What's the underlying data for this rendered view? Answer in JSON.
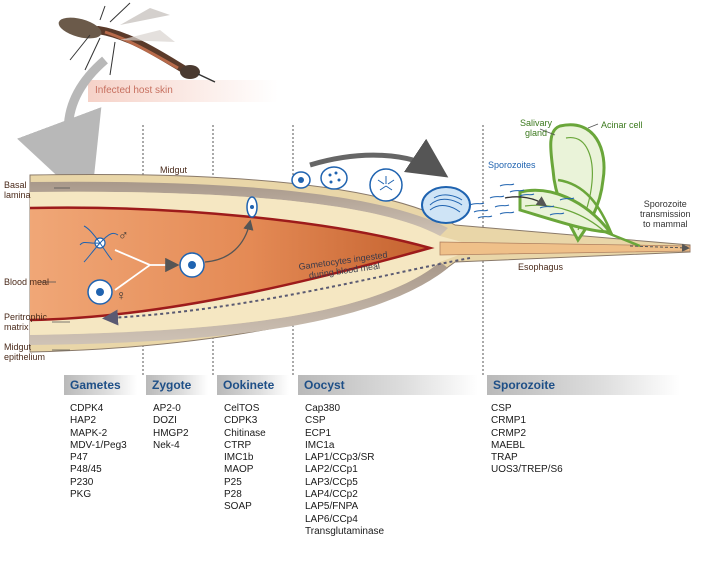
{
  "labels": {
    "infected_host_skin": "Infected host skin",
    "basal_lamina": [
      "Basal",
      "lamina"
    ],
    "midgut": "Midgut",
    "blood_meal": "Blood meal",
    "peritrophic_matrix": [
      "Peritrophic",
      "matrix"
    ],
    "midgut_epithelium": [
      "Midgut",
      "epithelium"
    ],
    "gametocytes_ingested": [
      "Gametocytes ingested",
      "during blood meal"
    ],
    "esophagus": "Esophagus",
    "salivary_gland": [
      "Salivary",
      "gland"
    ],
    "acinar_cell": "Acinar cell",
    "sporozoites": "Sporozoites",
    "sporozoite_transmission": [
      "Sporozoite",
      "transmission",
      "to mammal"
    ],
    "male_symbol": "♂",
    "female_symbol": "♀"
  },
  "stages": [
    {
      "name": "Gametes",
      "genes": [
        "CDPK4",
        "HAP2",
        "MAPK-2",
        "MDV-1/Peg3",
        "P47",
        "P48/45",
        "P230",
        "PKG"
      ]
    },
    {
      "name": "Zygote",
      "genes": [
        "AP2-0",
        "DOZI",
        "HMGP2",
        "Nek-4"
      ]
    },
    {
      "name": "Ookinete",
      "genes": [
        "CelTOS",
        "CDPK3",
        "Chitinase",
        "CTRP",
        "IMC1b",
        "MAOP",
        "P25",
        "P28",
        "SOAP"
      ]
    },
    {
      "name": "Oocyst",
      "genes": [
        "Cap380",
        "CSP",
        "ECP1",
        "IMC1a",
        "LAP1/CCp3/SR",
        "LAP2/CCp1",
        "LAP3/CCp5",
        "LAP4/CCp2",
        "LAP5/FNPA",
        "LAP6/CCp4",
        "Transglutaminase"
      ]
    },
    {
      "name": "Sporozoite",
      "genes": [
        "CSP",
        "CRMP1",
        "CRMP2",
        "MAEBL",
        "TRAP",
        "UOS3/TREP/S6"
      ]
    }
  ],
  "colors": {
    "stage_header_text": "#1e4f87",
    "label_text": "#4a2a1a",
    "gland_green": "#6aa63a",
    "sporozoite_blue": "#1f63b0",
    "lumen_orange": "#e7915e"
  }
}
